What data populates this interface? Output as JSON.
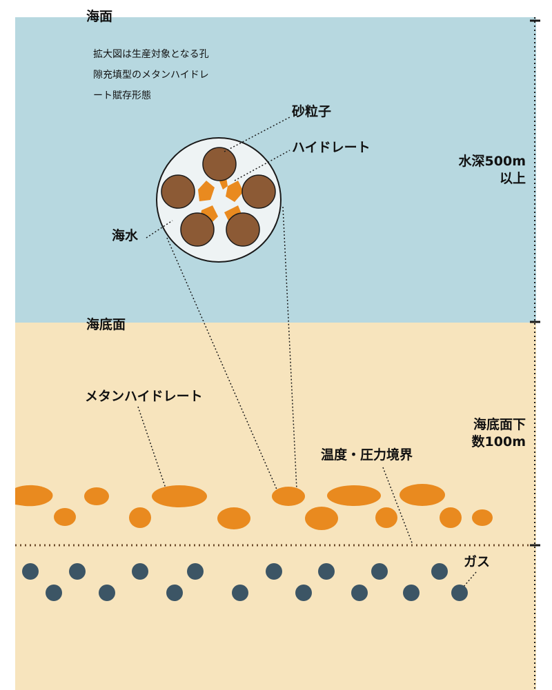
{
  "colors": {
    "sea": "#b7d8e0",
    "seabed": "#f7e4bd",
    "sand_grain": "#8c5a35",
    "hydrate": "#e98a1f",
    "gas": "#3c5565",
    "magnifier_bg": "#eef3f4",
    "line": "#1a1a1a"
  },
  "labels": {
    "sea_surface": "海面",
    "seafloor": "海底面",
    "sand_grain": "砂粒子",
    "hydrate": "ハイドレート",
    "seawater": "海水",
    "methane_hydrate": "メタンハイドレート",
    "boundary": "温度・圧力境界",
    "gas": "ガス"
  },
  "note": {
    "line1": "拡大図は生産対象となる孔",
    "line2": "隙充填型のメタンハイドレ",
    "line3": "ート賦存形態"
  },
  "depth": {
    "water_line1": "水深500m",
    "water_line2": "以上",
    "below_line1": "海底面下",
    "below_line2": "数100m"
  }
}
